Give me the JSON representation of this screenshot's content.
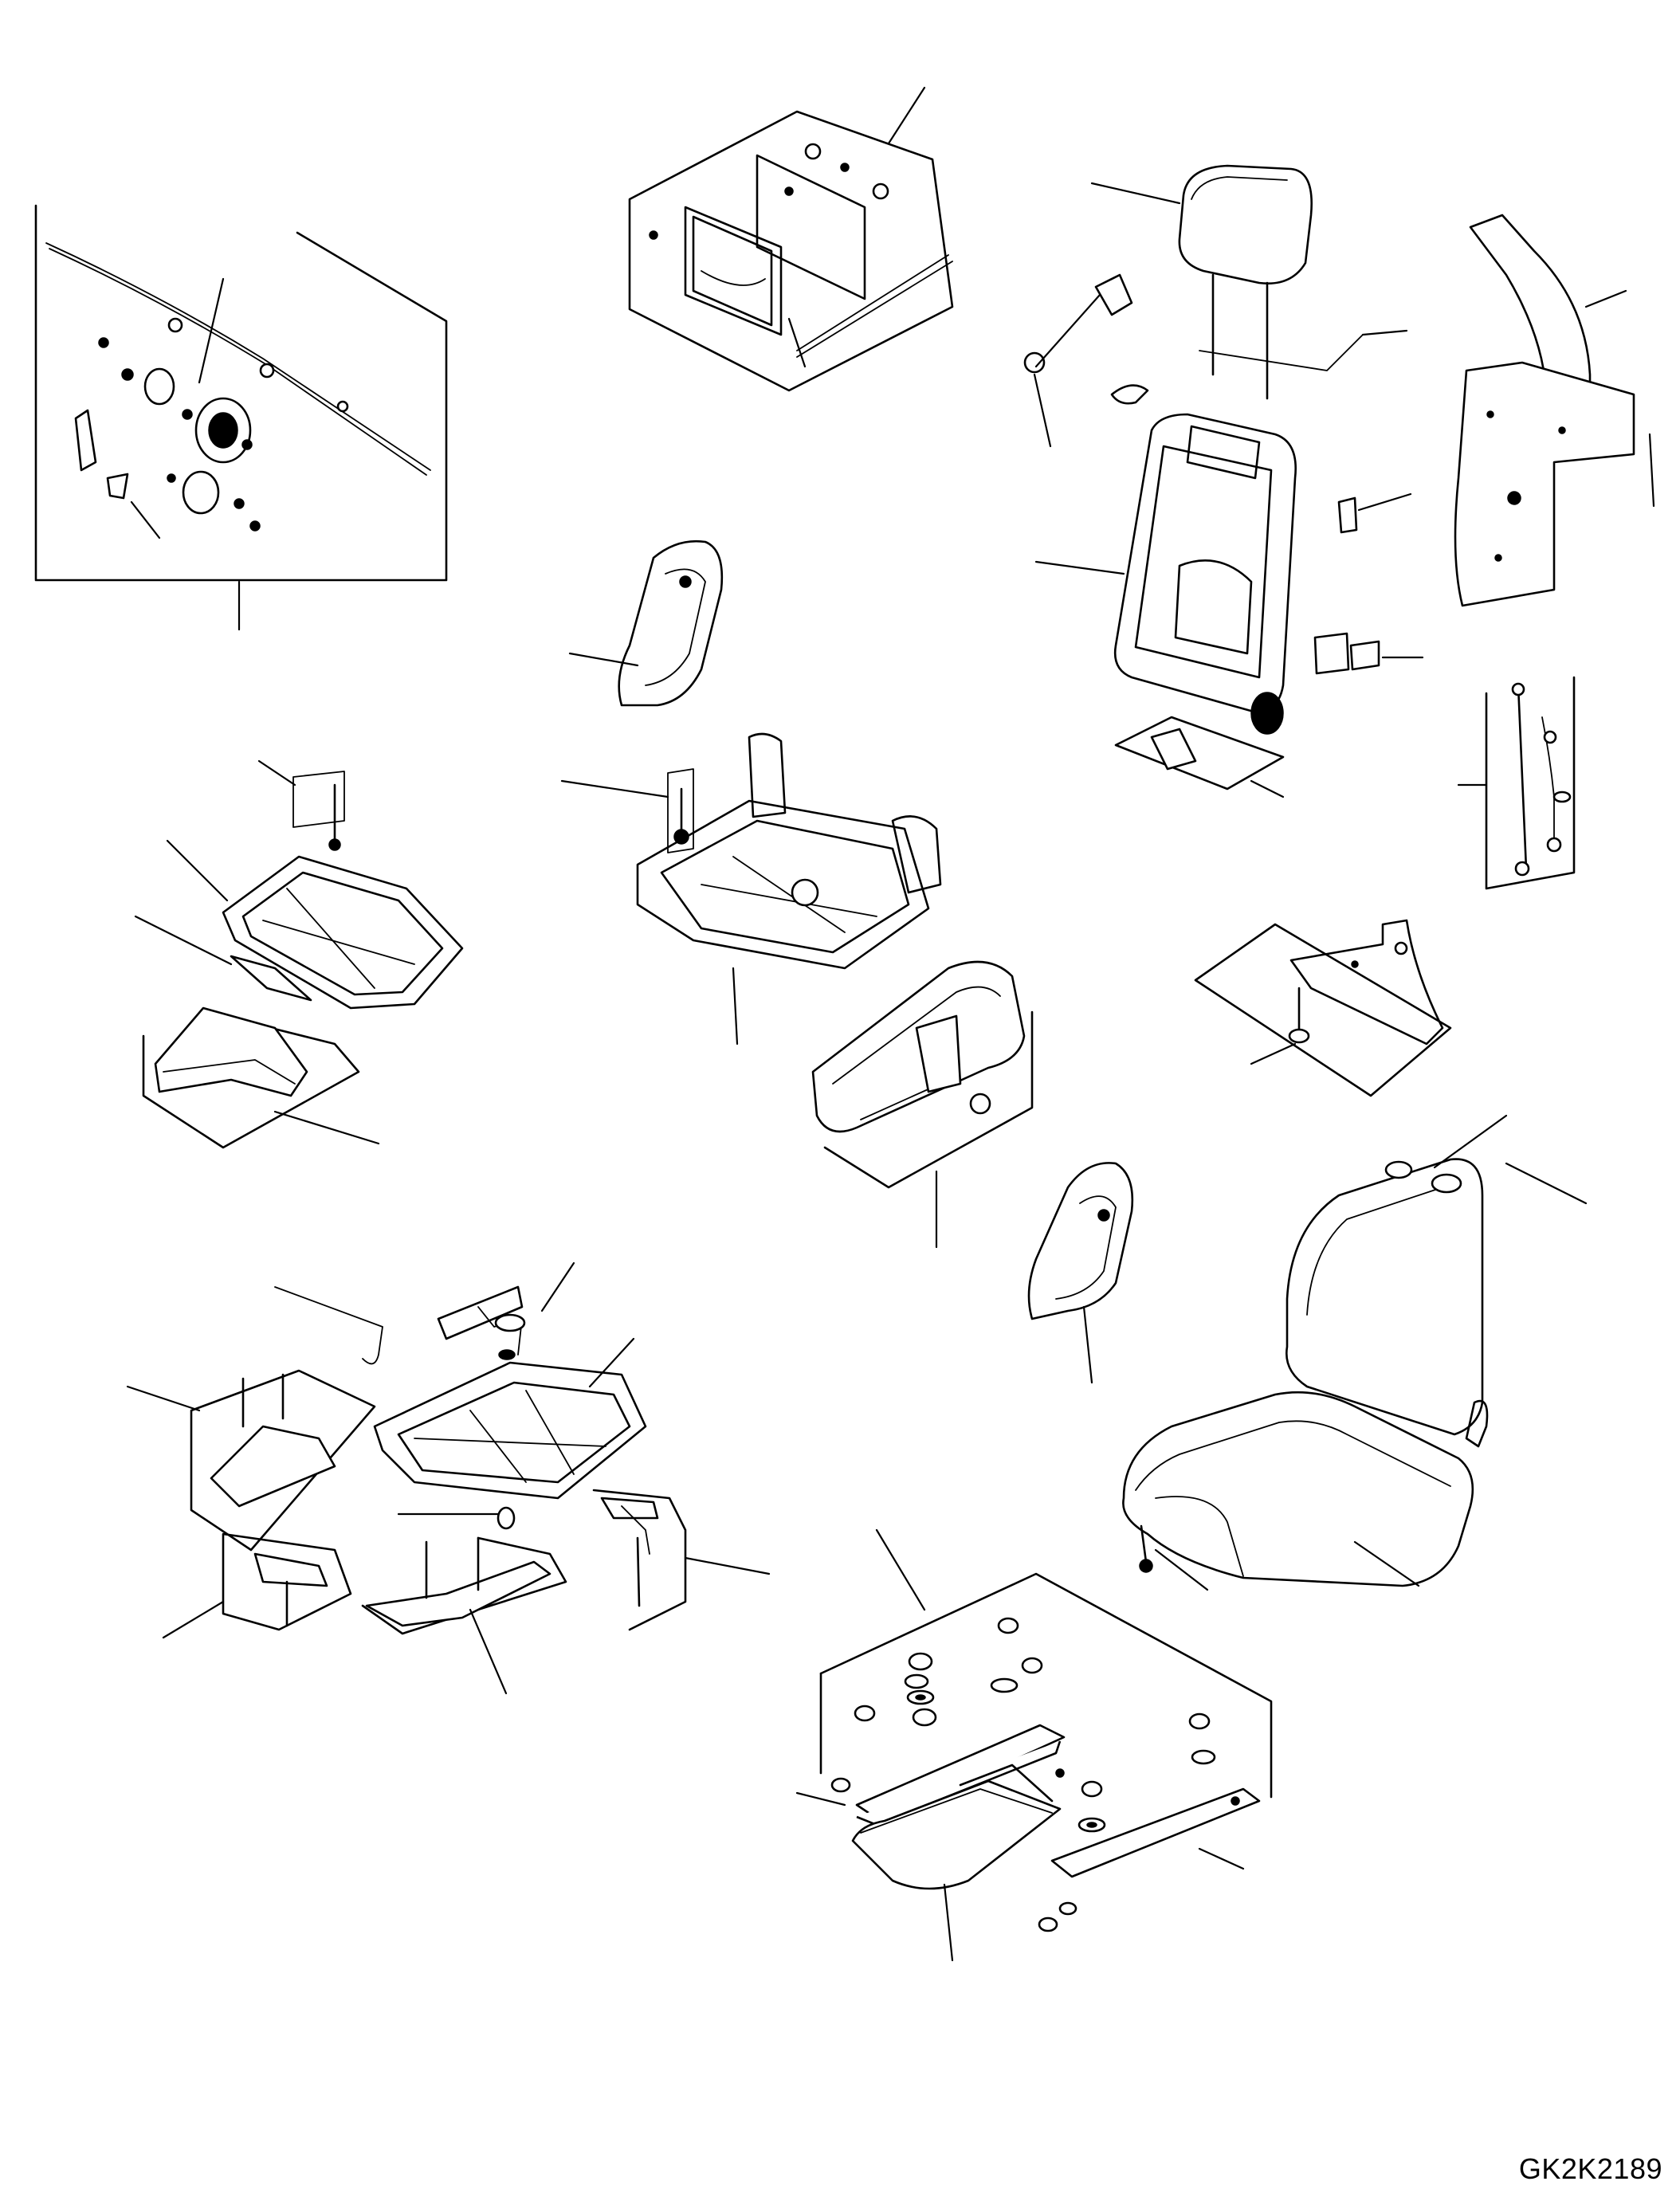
{
  "drawing": {
    "code": "GK2K2189"
  },
  "parts": [
    {
      "id": "control-cable-kit"
    },
    {
      "id": "backrest-cover-kit"
    },
    {
      "id": "headrest"
    },
    {
      "id": "side-bracket"
    },
    {
      "id": "backrest-frame"
    },
    {
      "id": "side-cover-left"
    },
    {
      "id": "seat-cushion-frame"
    },
    {
      "id": "seat-pan-frame"
    },
    {
      "id": "wiring-harness"
    },
    {
      "id": "armrest"
    },
    {
      "id": "mounting-plate"
    },
    {
      "id": "side-cover-right"
    },
    {
      "id": "seat-assembly"
    },
    {
      "id": "suspension-base"
    },
    {
      "id": "slide-rail-kit"
    }
  ]
}
